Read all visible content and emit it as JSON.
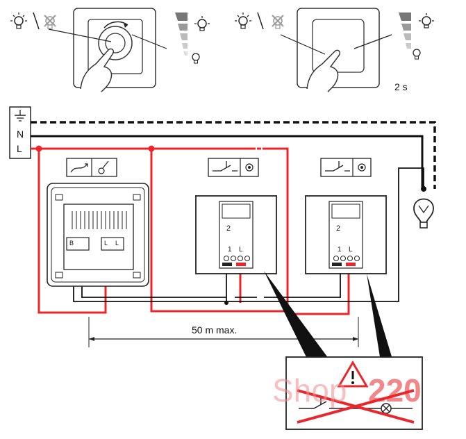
{
  "supply": {
    "earth_symbol": "⏚",
    "neutral_label": "N",
    "live_label": "L"
  },
  "instruction_rotary": {
    "note": ""
  },
  "instruction_push": {
    "duration_label": "2 s"
  },
  "dimension": {
    "distance_label": "50 m max."
  },
  "terminals": {
    "main_b": "B",
    "main_l1": "L",
    "main_l2": "L",
    "aux_two": "2",
    "aux_one": "1",
    "aux_l": "L"
  },
  "watermark": {
    "text_part1": "Shop",
    "text_part2": "220"
  },
  "colors": {
    "live_wire": "#e8262c",
    "wire": "#1a1a1a",
    "warning": "#e8262c",
    "watermark": "#e8262c"
  },
  "icons": [
    "lamp-icon",
    "dimmer-symbol-icon",
    "pushbutton-symbol-icon",
    "warning-triangle-icon",
    "hand-icon",
    "light-bulb-icon"
  ]
}
